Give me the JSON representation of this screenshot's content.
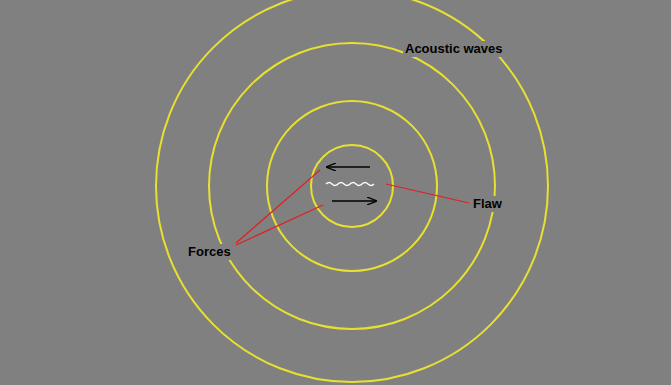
{
  "diagram": {
    "labels": [
      "Acoustic waves",
      "Flaw",
      "Forces"
    ]
  }
}
